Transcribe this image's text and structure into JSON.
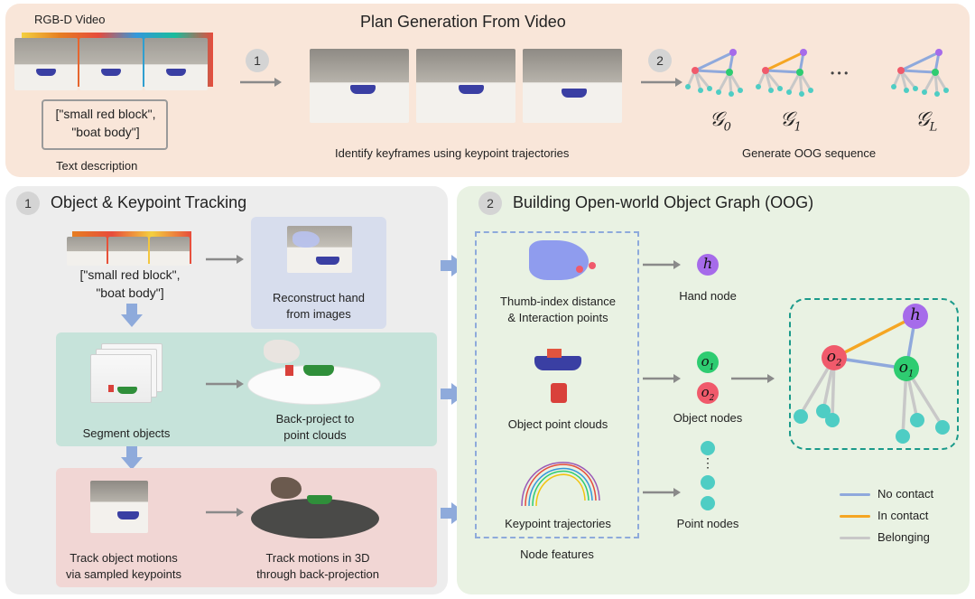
{
  "colors": {
    "top_panel": "#f9e6d9",
    "left_panel": "#ededed",
    "right_panel": "#e9f2e3",
    "hand_box": "#d7dded",
    "segment_box": "#c6e3da",
    "track_box": "#f1d6d4",
    "arrow_blue": "#8eaadb",
    "no_contact": "#8fa9dc",
    "in_contact": "#f5a623",
    "belonging": "#c8c8c8",
    "node_teal": "#4ecdc4",
    "node_red": "#f05a6b",
    "node_green": "#2ecc71",
    "node_purple": "#a66bea"
  },
  "top": {
    "title": "Plan Generation From Video",
    "video_label": "RGB-D Video",
    "text_line1": "[\"small red block\",",
    "text_line2": "\"boat body\"]",
    "text_desc": "Text description",
    "step1": "1",
    "step2": "2",
    "keyframe_caption": "Identify keyframes using keypoint trajectories",
    "oog_caption": "Generate OOG sequence",
    "g0": "𝒢",
    "g0_sub": "0",
    "g1": "𝒢",
    "g1_sub": "1",
    "gL": "𝒢",
    "gL_sub": "L",
    "dots": "•   •   •"
  },
  "left": {
    "badge": "1",
    "title": "Object & Keypoint Tracking",
    "text_line1": "[\"small red block\",",
    "text_line2": "\"boat body\"]",
    "reconstruct_1": "Reconstruct hand",
    "reconstruct_2": "from images",
    "segment": "Segment objects",
    "backproj_1": "Back-project to",
    "backproj_2": "point clouds",
    "track_1": "Track object motions",
    "track_2": "via sampled keypoints",
    "track3d_1": "Track motions in 3D",
    "track3d_2": "through back-projection"
  },
  "right": {
    "badge": "2",
    "title": "Building Open-world Object Graph (OOG)",
    "thumb_1": "Thumb-index distance",
    "thumb_2": "& Interaction points",
    "obj_pc": "Object point clouds",
    "kp_traj": "Keypoint trajectories",
    "node_features": "Node features",
    "hand_node": "Hand node",
    "object_nodes": "Object nodes",
    "point_nodes": "Point nodes",
    "h": "h",
    "o1": "o",
    "o1_sub": "1",
    "o2": "o",
    "o2_sub": "2",
    "vdots": "⋮",
    "legend_no": "No contact",
    "legend_in": "In contact",
    "legend_belong": "Belonging"
  }
}
